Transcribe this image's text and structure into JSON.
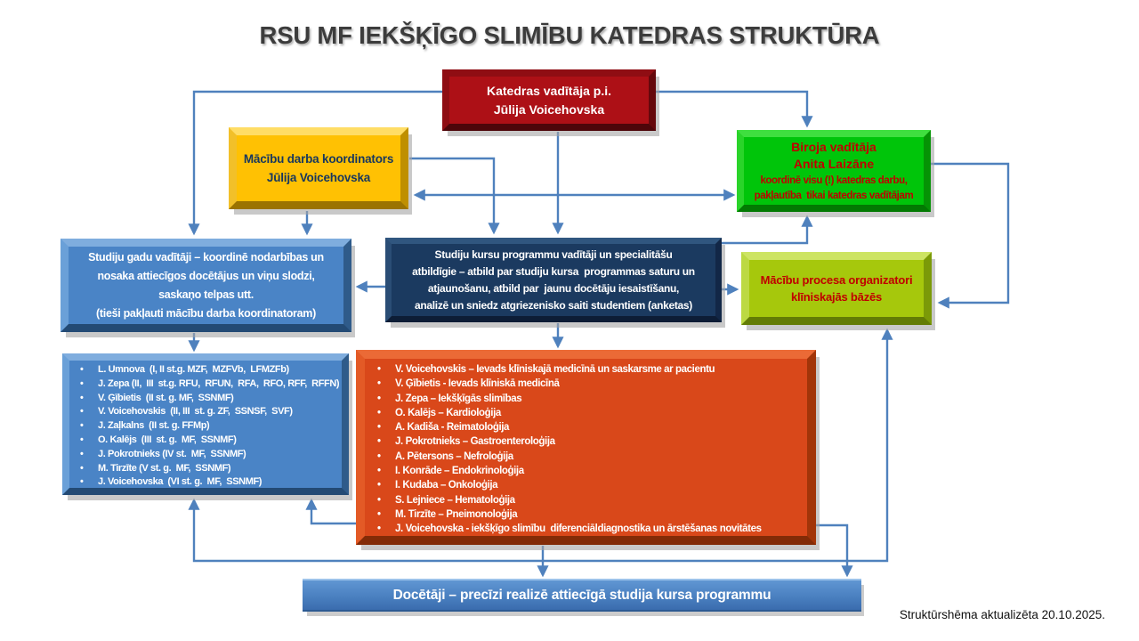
{
  "title": "RSU MF IEKŠĶĪGO SLIMĪBU KATEDRAS STRUKTŪRA",
  "footer_note": "Struktūrshēma aktualizēta 20.10.2025.",
  "colors": {
    "connector": "#4f81bd",
    "head_box": "#ad1016",
    "coordinator_box": "#ffc103",
    "office_box": "#00c50a",
    "year_leads_box": "#4a84c6",
    "course_leads_box": "#1b3a60",
    "organizers_box": "#a6c80c",
    "subjects_box": "#d9481a",
    "docetaji_bar": "#4a80c0"
  },
  "boxes": {
    "head": {
      "lines": [
        "Katedras vadītāja p.i.",
        "Jūlija Voicehovska"
      ]
    },
    "coordinator": {
      "lines": [
        "Mācību darba koordinators",
        "Jūlija Voicehovska"
      ]
    },
    "office": {
      "title_lines": [
        "Biroja vadītāja",
        "Anita Laizāne"
      ],
      "note_lines": [
        "koordinē visu (!) katedras darbu,",
        "pakļautība  tikai katedras vadītājam"
      ]
    },
    "year_leads": {
      "lines": [
        "Studiju gadu vadītāji – koordinē nodarbības un",
        "nosaka attiecīgos docētājus un viņu slodzi,",
        "saskaņo telpas utt.",
        "(tieši pakļauti mācību darba koordinatoram)"
      ]
    },
    "course_leads": {
      "lines": [
        "Studiju kursu programmu vadītāji un specialitāšu",
        "atbildīgie – atbild par studiju kursa  programmas saturu un",
        "atjaunošanu, atbild par  jaunu docētāju iesaistīšanu,",
        "analizē un sniedz atgriezenisko saiti studentiem (anketas)"
      ]
    },
    "organizers": {
      "lines": [
        "Mācību procesa organizatori",
        "klīniskajās bāzēs"
      ]
    },
    "year_list": {
      "items": [
        "L. Umnova  (I, II st.g. MZF,  MZFVb,  LFMZFb)",
        "J. Zepa (II,  III  st.g. RFU,  RFUN,  RFA,  RFO, RFF,  RFFN)",
        "V. Ģībietis  (II st. g. MF,  SSNMF)",
        "V. Voicehovskis  (II, III  st. g. ZF,  SSNSF,  SVF)",
        "J. Zaļkalns  (II st. g. FFMp)",
        "O. Kalējs  (III  st. g.  MF,  SSNMF)",
        "J. Pokrotnieks (IV st.  MF,  SSNMF)",
        "M. Tirzīte (V st. g.  MF,  SSNMF)",
        "J. Voicehovska  (VI st. g.  MF,  SSNMF)"
      ]
    },
    "subject_list": {
      "items": [
        "V. Voicehovskis – Ievads klīniskajā medicīnā un saskarsme ar pacientu",
        "V. Ģībietis - Ievads klīniskā medicīnā",
        "J. Zepa – Iekšķīgās slimības",
        "O. Kalējs – Kardioloģija",
        "A. Kadiša - Reimatoloģija",
        "J. Pokrotnieks – Gastroenteroloģija",
        "A. Pētersons – Nefroloģija",
        "I. Konrāde – Endokrinoloģija",
        "I. Kudaba – Onkoloģija",
        "S. Lejniece – Hematoloģija",
        "M. Tirzīte – Pneimonoloģija",
        "J. Voicehovska - iekšķīgo slimību  diferenciāldiagnostika un ārstēšanas novitātes"
      ]
    },
    "docetaji": {
      "lines": [
        "Docētāji – precīzi realizē attiecīgā studija kursa programmu"
      ]
    }
  }
}
